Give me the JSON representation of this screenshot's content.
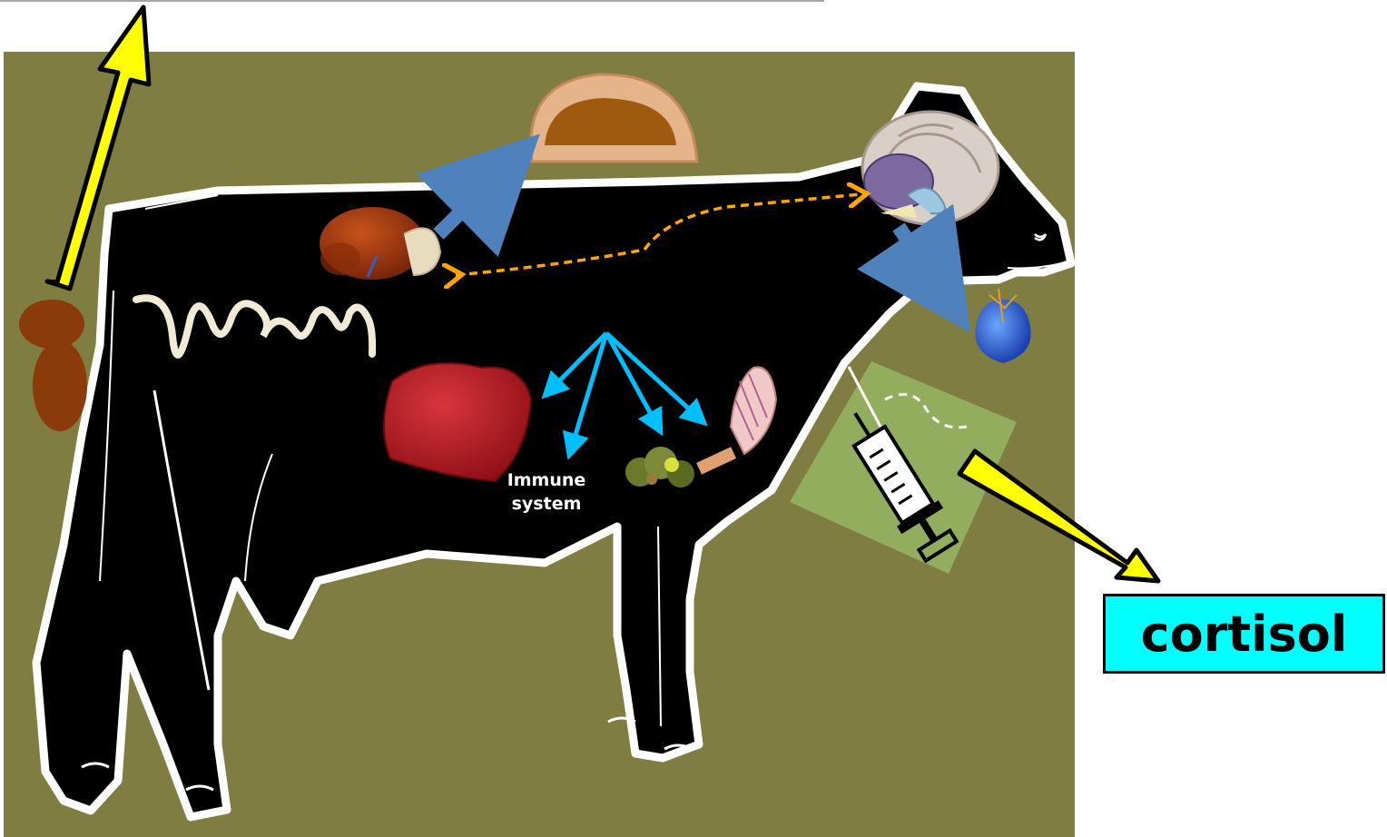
{
  "labels": {
    "immune_line1": "Immune",
    "immune_line2": "system",
    "cortisol": "cortisol"
  },
  "colors": {
    "background": "#7f7d42",
    "cow": "#000000",
    "outline": "#ffffff",
    "hormone_arrow": "#ffff00",
    "organ_arrow": "#4f81bd",
    "immune_arrow": "#00bfff",
    "feedback_arrow": "#ffa500",
    "injection_panel": "#92ad5e",
    "cortisol_box": "#00ffff"
  },
  "icons": [
    "adrenal-kidney-icon",
    "adrenal-cross-section-icon",
    "brain-icon",
    "pituitary-icon",
    "liver-icon",
    "intestine-icon",
    "immune-cells-icon",
    "muscle-icon",
    "syringe-icon",
    "dung-icon"
  ]
}
